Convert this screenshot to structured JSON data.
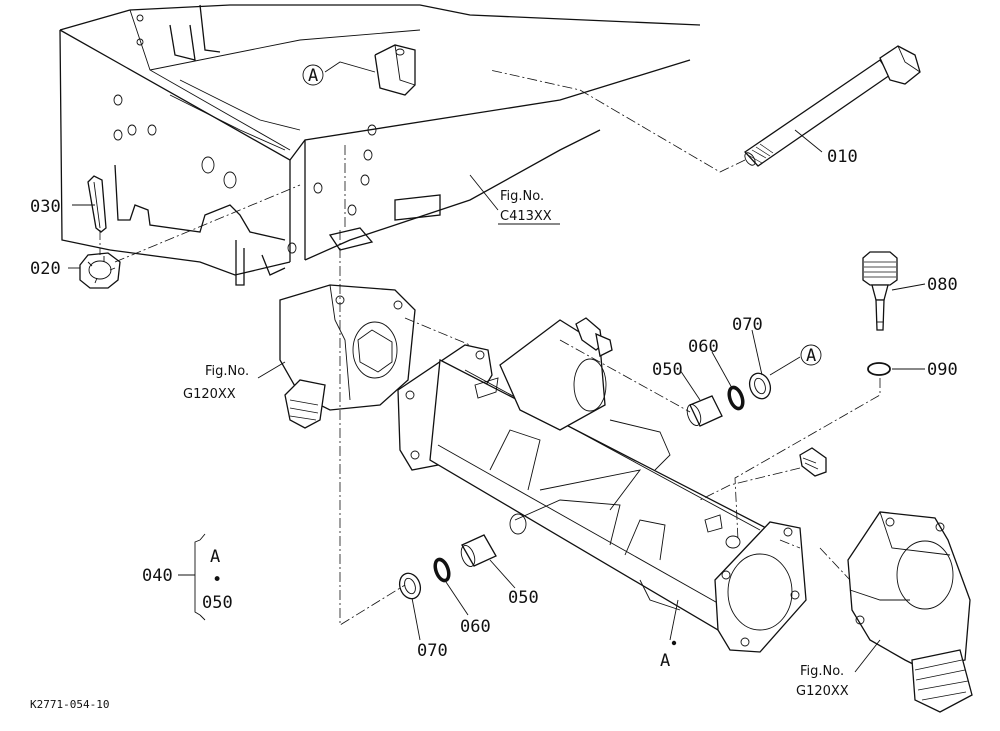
{
  "parts": {
    "p010": "010",
    "p020": "020",
    "p030": "030",
    "p040": "040",
    "p050_top": "050",
    "p050_bottom": "050",
    "p060_top": "060",
    "p060_bottom": "060",
    "p070_top": "070",
    "p070_bottom": "070",
    "p080": "080",
    "p090": "090"
  },
  "callouts": {
    "a_top_left": "A",
    "a_right": "A",
    "a_bottom": "A"
  },
  "figure_refs": {
    "c413_title": "Fig.No.",
    "c413_code": "C413XX",
    "g120_left_title": "Fig.No.",
    "g120_left_code": "G120XX",
    "g120_right_title": "Fig.No.",
    "g120_right_code": "G120XX"
  },
  "kit_group": {
    "item_a": "A",
    "separator": "•",
    "item_050": "050"
  },
  "drawing_code": "K2771-054-10",
  "icons": {
    "circled_letter": "circle-letter-icon"
  }
}
